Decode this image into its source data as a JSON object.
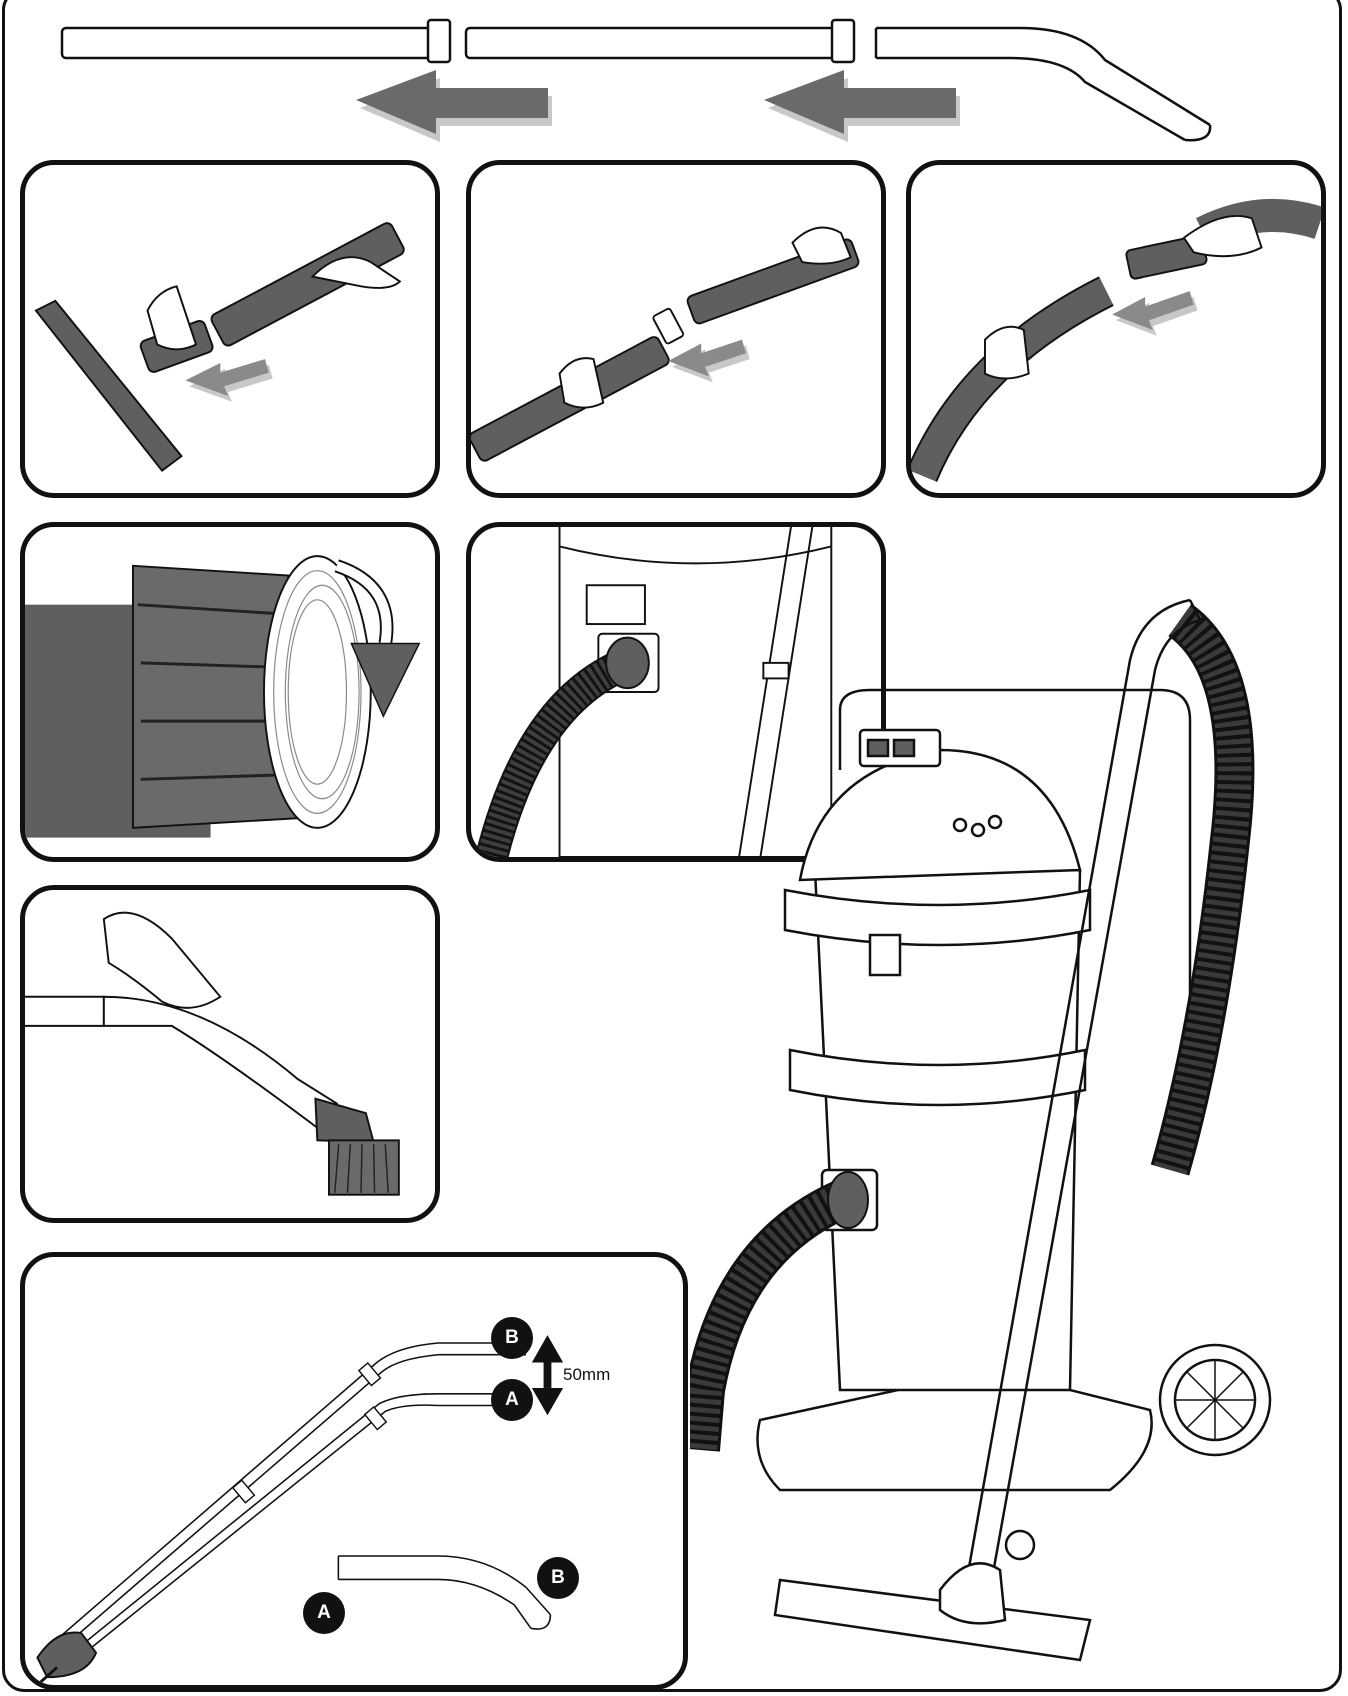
{
  "labels": {
    "point_a_upper": "A",
    "point_b_upper": "B",
    "point_a_lower": "A",
    "point_b_lower": "B",
    "dimension": "50mm"
  },
  "colors": {
    "line": "#111111",
    "fill_dark": "#5f5f5f",
    "fill_mid": "#8a8a8a",
    "arrow_shadow": "#c8c8c8",
    "paper": "#ffffff"
  },
  "icons": {
    "assembly_arrow": "arrow-left-icon",
    "rotate_arrow": "rotate-clockwise-icon",
    "dimension_arrow": "double-arrow-vertical-icon"
  }
}
